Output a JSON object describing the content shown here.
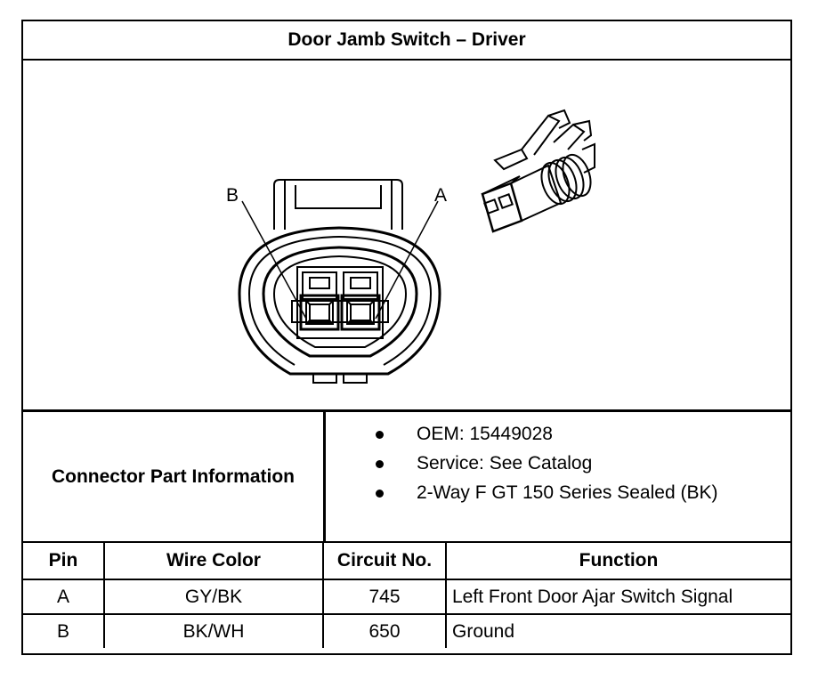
{
  "title": "Door Jamb Switch – Driver",
  "diagram": {
    "pin_labels": {
      "left": "B",
      "right": "A"
    }
  },
  "connector_info": {
    "label": "Connector Part Information",
    "items": [
      "OEM: 15449028",
      "Service: See Catalog",
      "2-Way F GT 150 Series Sealed (BK)"
    ]
  },
  "table": {
    "headers": [
      "Pin",
      "Wire Color",
      "Circuit No.",
      "Function"
    ],
    "rows": [
      {
        "pin": "A",
        "wire_color": "GY/BK",
        "circuit": "745",
        "function": "Left Front Door Ajar Switch Signal"
      },
      {
        "pin": "B",
        "wire_color": "BK/WH",
        "circuit": "650",
        "function": "Ground"
      }
    ]
  }
}
